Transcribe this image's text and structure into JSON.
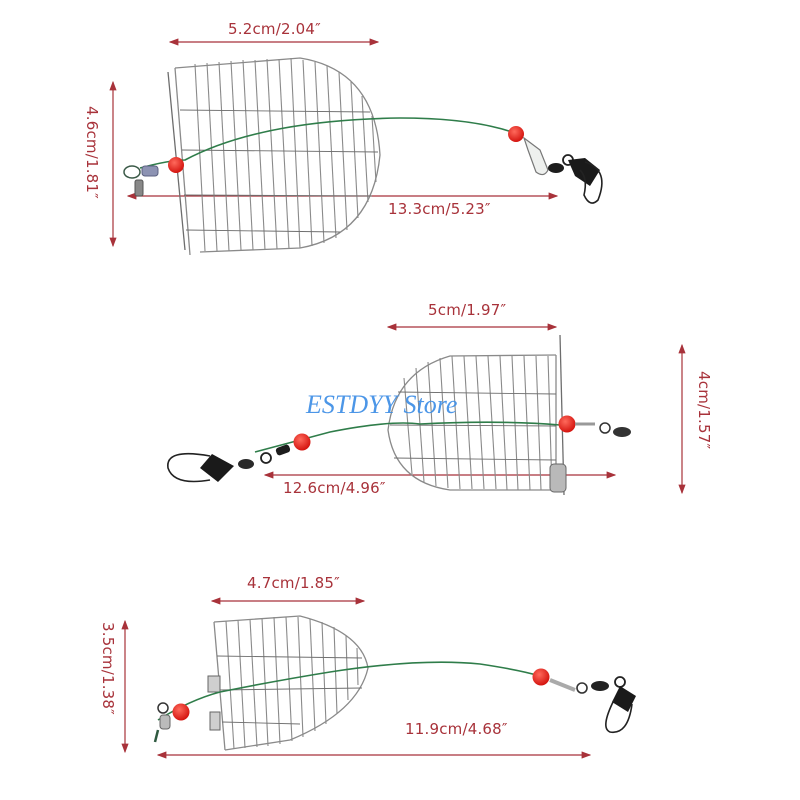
{
  "product": {
    "watermark": "ESTDYY Store",
    "colors": {
      "dimension_line": "#a8323a",
      "watermark": "#3d8ee6",
      "bead": "#e8231f",
      "leader_line": "#2f7d4a",
      "cage_wire": "#8a8a8a"
    },
    "feeders": [
      {
        "size": "large",
        "width_label": "5.2cm/2.04″",
        "height_label": "4.6cm/1.81″",
        "length_label": "13.3cm/5.23″"
      },
      {
        "size": "medium",
        "width_label": "5cm/1.97″",
        "height_label": "4cm/1.57″",
        "length_label": "12.6cm/4.96″"
      },
      {
        "size": "small",
        "width_label": "4.7cm/1.85″",
        "height_label": "3.5cm/1.38″",
        "length_label": "11.9cm/4.68″"
      }
    ]
  }
}
